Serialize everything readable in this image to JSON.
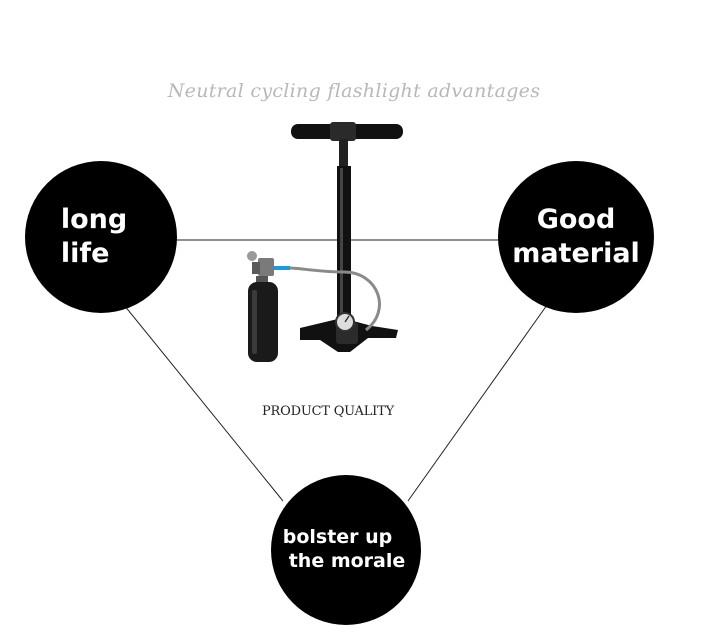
{
  "headline": "Neutral cycling flashlight advantages",
  "circles": {
    "left": {
      "line1": "long",
      "line2": "life"
    },
    "right": {
      "line1": "Good",
      "line2": "material"
    },
    "bottom": {
      "line1": "bolster up",
      "line2": "the morale"
    }
  },
  "caption": "PRODUCT QUALITY",
  "colors": {
    "circle": "#000000",
    "headline": "#b8b8b8",
    "accent_hose": "#1e9bd7"
  }
}
